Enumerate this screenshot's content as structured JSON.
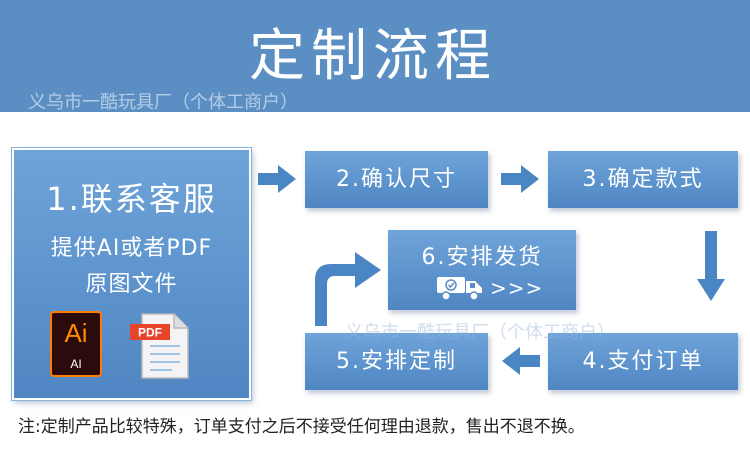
{
  "header": {
    "title": "定制流程",
    "watermark": "义乌市一酷玩具厂（个体工商户）"
  },
  "steps": {
    "s1": {
      "title": "1.联系客服",
      "line2": "提供AI或者PDF",
      "line3": "原图文件"
    },
    "s2": "2.确认尺寸",
    "s3": "3.确定款式",
    "s4": "4.支付订单",
    "s5": "5.安排定制",
    "s6": {
      "title": "6.安排发货",
      "arrows": ">>>"
    }
  },
  "icons": {
    "ai": {
      "big": "Ai",
      "small": "AI"
    },
    "pdf": {
      "label": "PDF"
    }
  },
  "watermark2": "义乌市一酷玩具厂（个体工商户）",
  "footer_note": "注:定制产品比较特殊，订单支付之后不接受任何理由退款，售出不退不换。",
  "colors": {
    "header": "#5b8fc4",
    "box": "#5b8fc4",
    "arrow": "#4a86c4",
    "ai_orange": "#ff7c00",
    "pdf_red": "#e8442c"
  }
}
